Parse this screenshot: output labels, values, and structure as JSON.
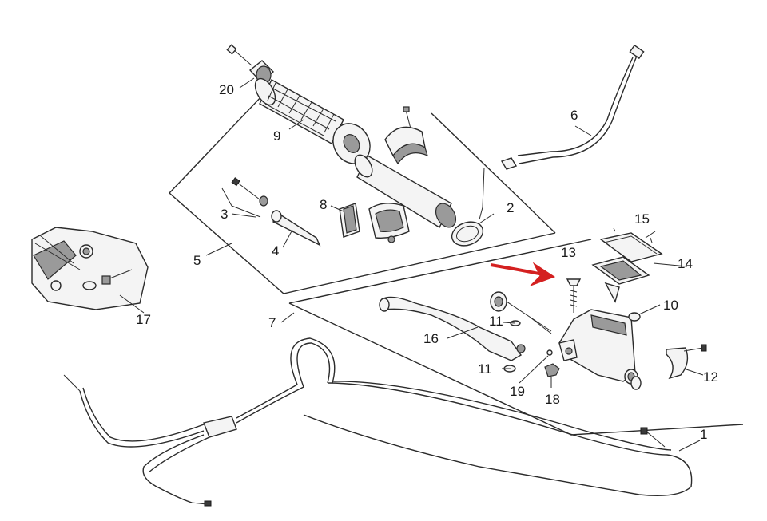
{
  "diagram": {
    "labels": {
      "n1": "1",
      "n2": "2",
      "n3": "3",
      "n4": "4",
      "n5": "5",
      "n6": "6",
      "n7": "7",
      "n8": "8",
      "n9": "9",
      "n10": "10",
      "n11a": "11",
      "n11b": "11",
      "n12": "12",
      "n13": "13",
      "n14": "14",
      "n15": "15",
      "n16": "16",
      "n17": "17",
      "n18": "18",
      "n19": "19",
      "n20": "20"
    },
    "colors": {
      "line": "#2b2b2b",
      "part_fill": "#f4f4f4",
      "shade": "#9a9a9a",
      "highlight_arrow": "#d42020"
    }
  }
}
